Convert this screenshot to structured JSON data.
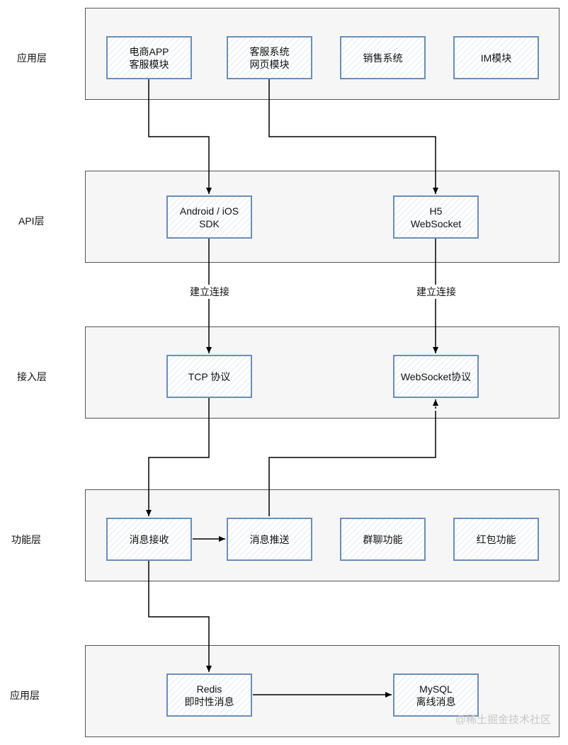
{
  "layers": [
    {
      "label": "应用层"
    },
    {
      "label": "API层"
    },
    {
      "label": "接入层"
    },
    {
      "label": "功能层"
    },
    {
      "label": "应用层"
    }
  ],
  "nodes": {
    "ecommerce_app": "电商APP\n客服模块",
    "cs_web": "客服系统\n网页模块",
    "sales": "销售系统",
    "im": "IM模块",
    "sdk": "Android / iOS\nSDK",
    "h5": "H5\nWebSocket",
    "tcp": "TCP 协议",
    "ws_protocol": "WebSocket协议",
    "msg_receive": "消息接收",
    "msg_push": "消息推送",
    "group_chat": "群聊功能",
    "red_packet": "红包功能",
    "redis": "Redis\n即时性消息",
    "mysql": "MySQL\n离线消息"
  },
  "edge_labels": {
    "sdk_tcp": "建立连接",
    "h5_ws": "建立连接"
  },
  "watermark": "@稀土掘金技术社区"
}
